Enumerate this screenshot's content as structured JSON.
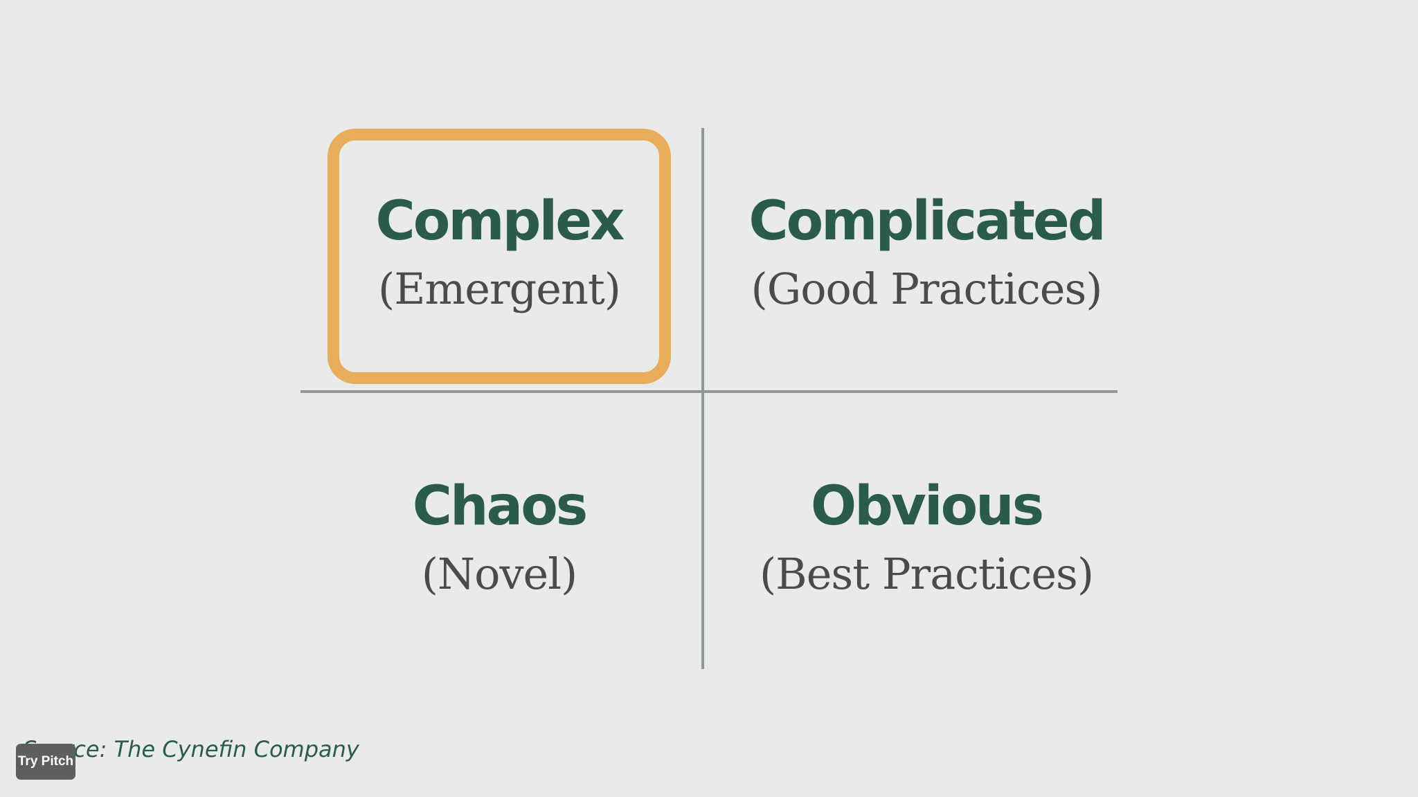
{
  "quadrants": {
    "complex": {
      "title": "Complex",
      "subtitle": "(Emergent)"
    },
    "complicated": {
      "title": "Complicated",
      "subtitle": "(Good Practices)"
    },
    "chaos": {
      "title": "Chaos",
      "subtitle": "(Novel)"
    },
    "obvious": {
      "title": "Obvious",
      "subtitle": "(Best Practices)"
    }
  },
  "source": "Source: The Cynefin Company",
  "badge": {
    "label": "Try Pitch"
  },
  "colors": {
    "background": "#e9ebe8",
    "title": "#2a5b4c",
    "subtitle": "#4b4b4b",
    "highlight": "#e8ac5c",
    "axis": "#8f979c",
    "badge": "#5c5e5f"
  }
}
